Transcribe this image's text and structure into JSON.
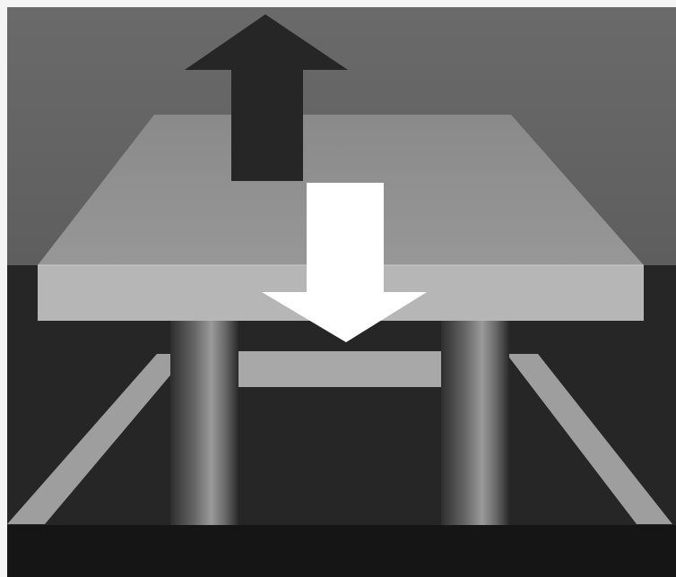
{
  "scene": {
    "subject": "table-slab-on-columns",
    "arrows": [
      {
        "name": "upward-force",
        "direction": "up",
        "color": "#262626"
      },
      {
        "name": "downward-force",
        "direction": "down",
        "color": "#ffffff"
      }
    ],
    "colors": {
      "background_upper": "#6f6f6f",
      "background_lower": "#262626",
      "slab_top": "#8f8f8f",
      "slab_front": "#b4b4b4",
      "floor": "#151515",
      "beams": "#a0a0a0",
      "columns": "#7a7a7a"
    }
  }
}
